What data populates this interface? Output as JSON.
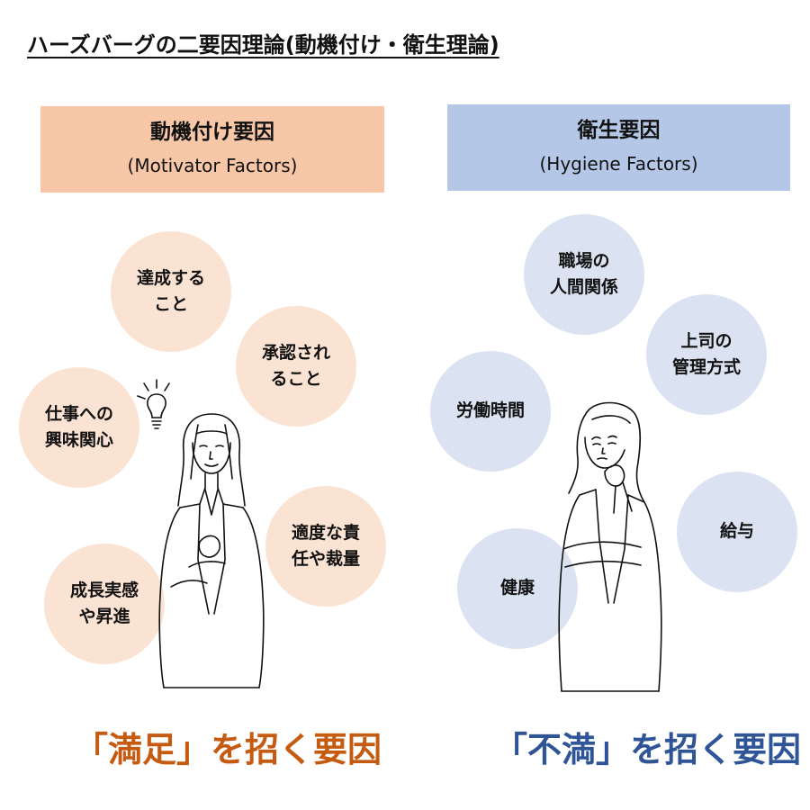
{
  "title": "ハーズバーグの二要因理論(動機付け・衛生理論)",
  "motivator": {
    "heading": "動機付け要因",
    "subheading": "(Motivator Factors)",
    "factors": [
      "達成する\nこと",
      "承認され\nること",
      "仕事への\n興味関心",
      "適度な責\n任や裁量",
      "成長実感\nや昇進"
    ],
    "result": "「満足」を招く要因",
    "color": "#f7c7a8",
    "result_color": "#c55a11"
  },
  "hygiene": {
    "heading": "衛生要因",
    "subheading": "(Hygiene Factors)",
    "factors": [
      "職場の\n人間関係",
      "上司の\n管理方式",
      "労働時間",
      "給与",
      "健康"
    ],
    "result": "「不満」を招く要因",
    "color": "#b4c7e6",
    "result_color": "#2f5597"
  },
  "icons": [
    "lightbulb-icon",
    "happy-woman-illustration",
    "worried-woman-illustration"
  ]
}
